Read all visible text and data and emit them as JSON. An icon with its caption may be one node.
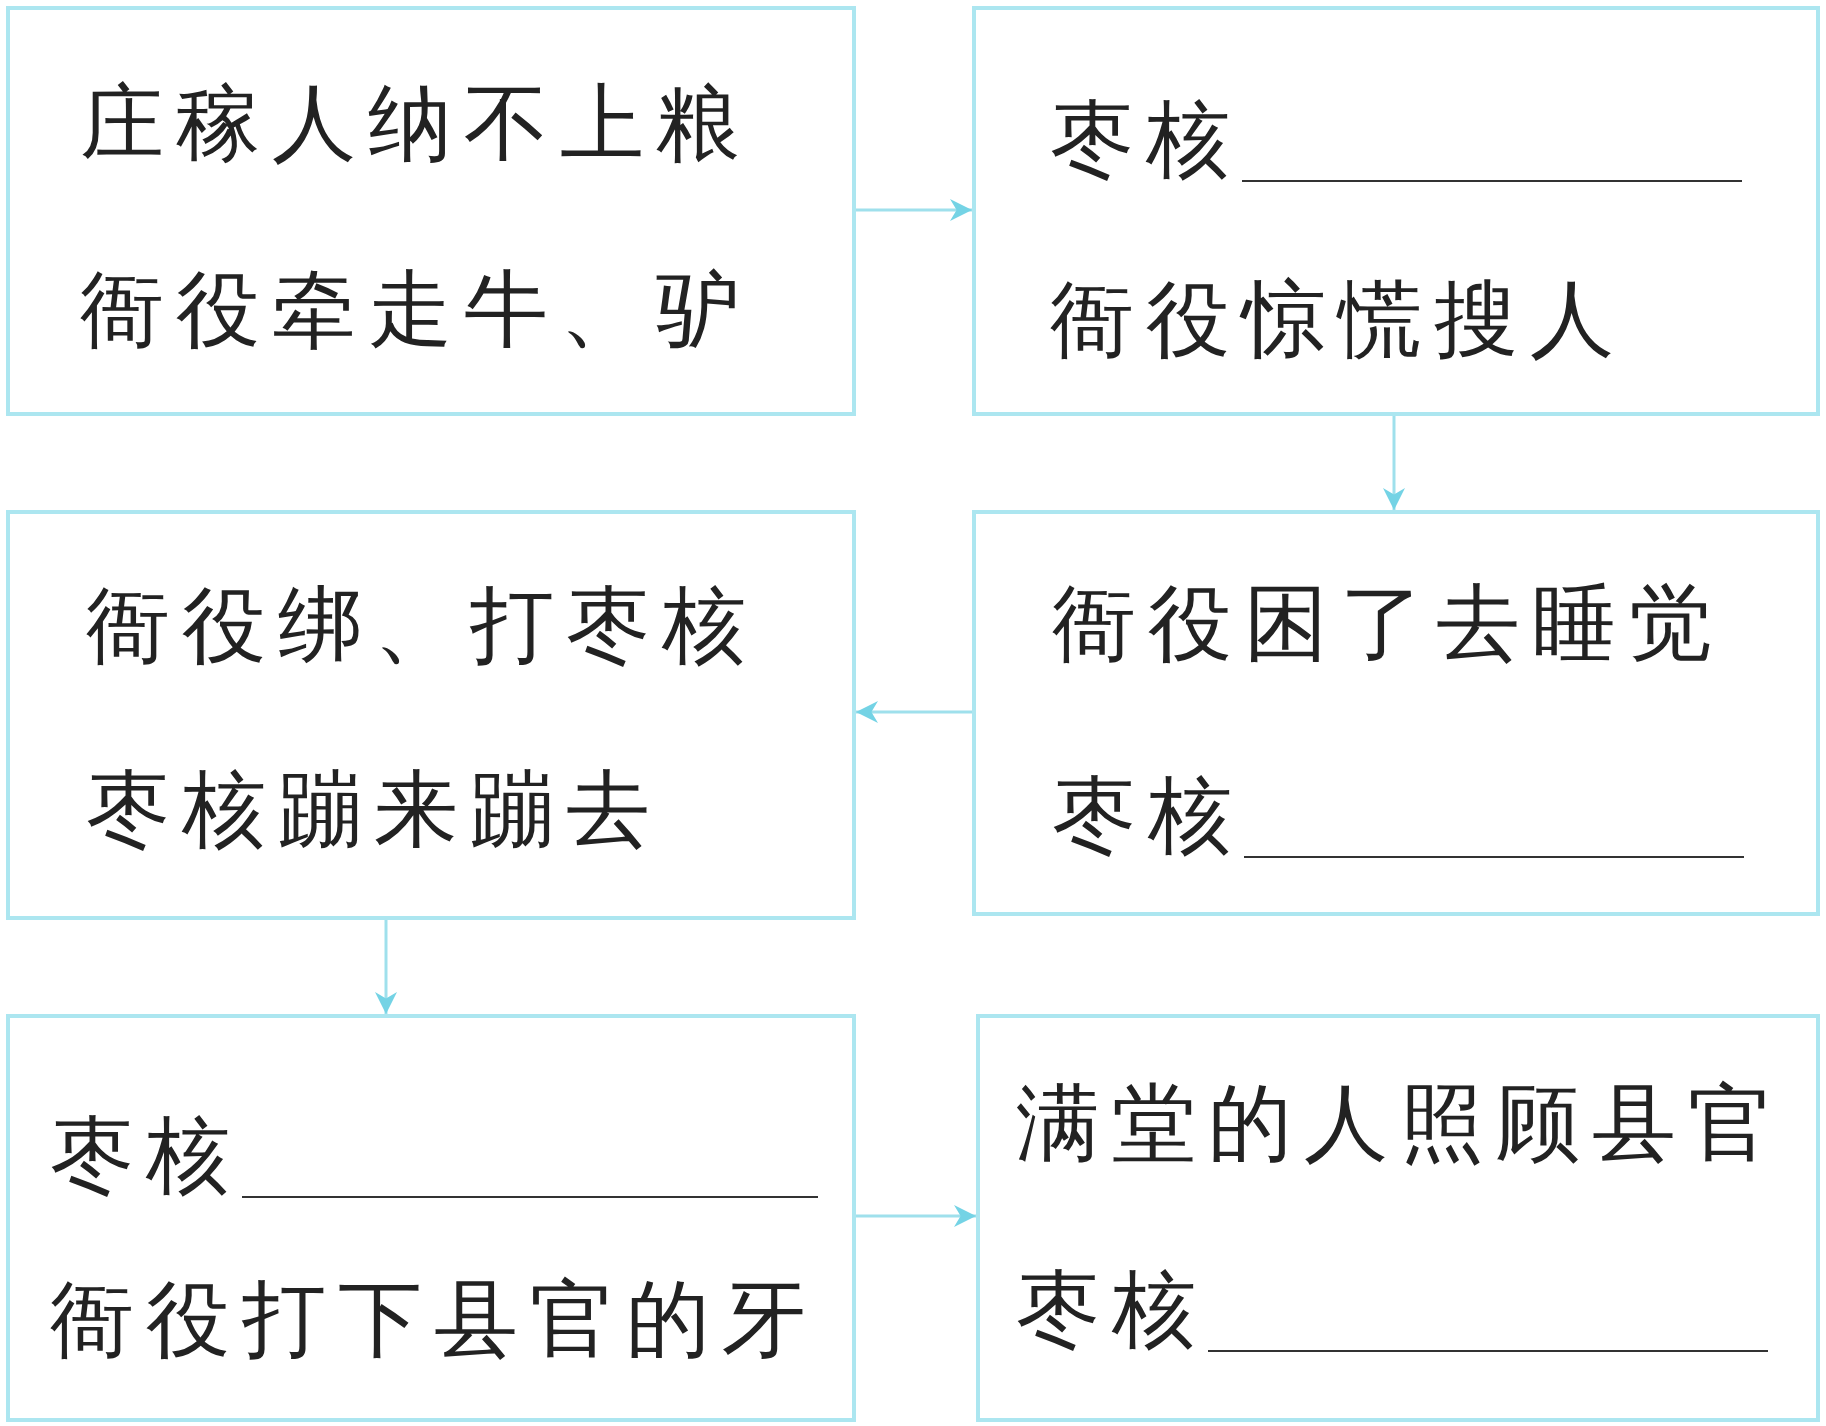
{
  "diagram": {
    "nodes": [
      {
        "text": [
          "庄稼人纳不上粮",
          "衙役牵走牛、驴"
        ]
      },
      {
        "text": [
          "枣核",
          "衙役惊慌搜人"
        ]
      },
      {
        "text": [
          "衙役绑、打枣核",
          "枣核蹦来蹦去"
        ]
      },
      {
        "text": [
          "衙役困了去睡觉",
          "枣核"
        ]
      },
      {
        "text": [
          "枣核",
          "衙役打下县官的牙"
        ]
      },
      {
        "text": [
          "满堂的人照顾县官",
          "枣核"
        ]
      }
    ],
    "edges": [
      {
        "from": 0,
        "to": 1,
        "arrow": "to"
      },
      {
        "from": 1,
        "to": 3,
        "arrow": "to"
      },
      {
        "from": 3,
        "to": 2,
        "arrow": "to"
      },
      {
        "from": 2,
        "to": 4,
        "arrow": "to"
      },
      {
        "from": 4,
        "to": 5,
        "arrow": "to"
      }
    ]
  }
}
